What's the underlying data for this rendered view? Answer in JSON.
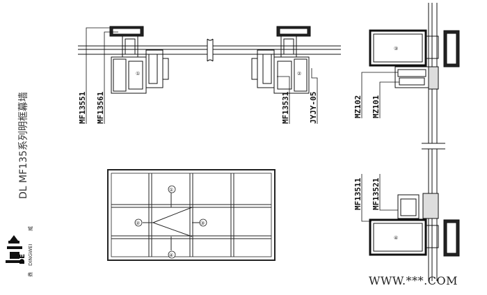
{
  "title": "DL MF135系列明框幕墙",
  "brand": {
    "name": "DINGWEI",
    "logo_text": "DE",
    "small_left": "鼎",
    "small_right": "威"
  },
  "watermark": "WWW.***.COM",
  "labels": {
    "top_left": [
      "MF13551",
      "MF13561"
    ],
    "top_mid": [
      "MF13531",
      "JYJY-05"
    ],
    "right_top": [
      "MZ102",
      "MZ101"
    ],
    "right_bottom": [
      "MF13511",
      "MF13521"
    ]
  },
  "circle_marks": {
    "section_a": "①",
    "section_b": "②",
    "section_c": "③",
    "section_d": "④",
    "elev_top": "①",
    "elev_left": "②",
    "elev_right": "③",
    "elev_bottom": "④"
  },
  "elevation_grid": {
    "rows": 3,
    "cols": 4
  }
}
